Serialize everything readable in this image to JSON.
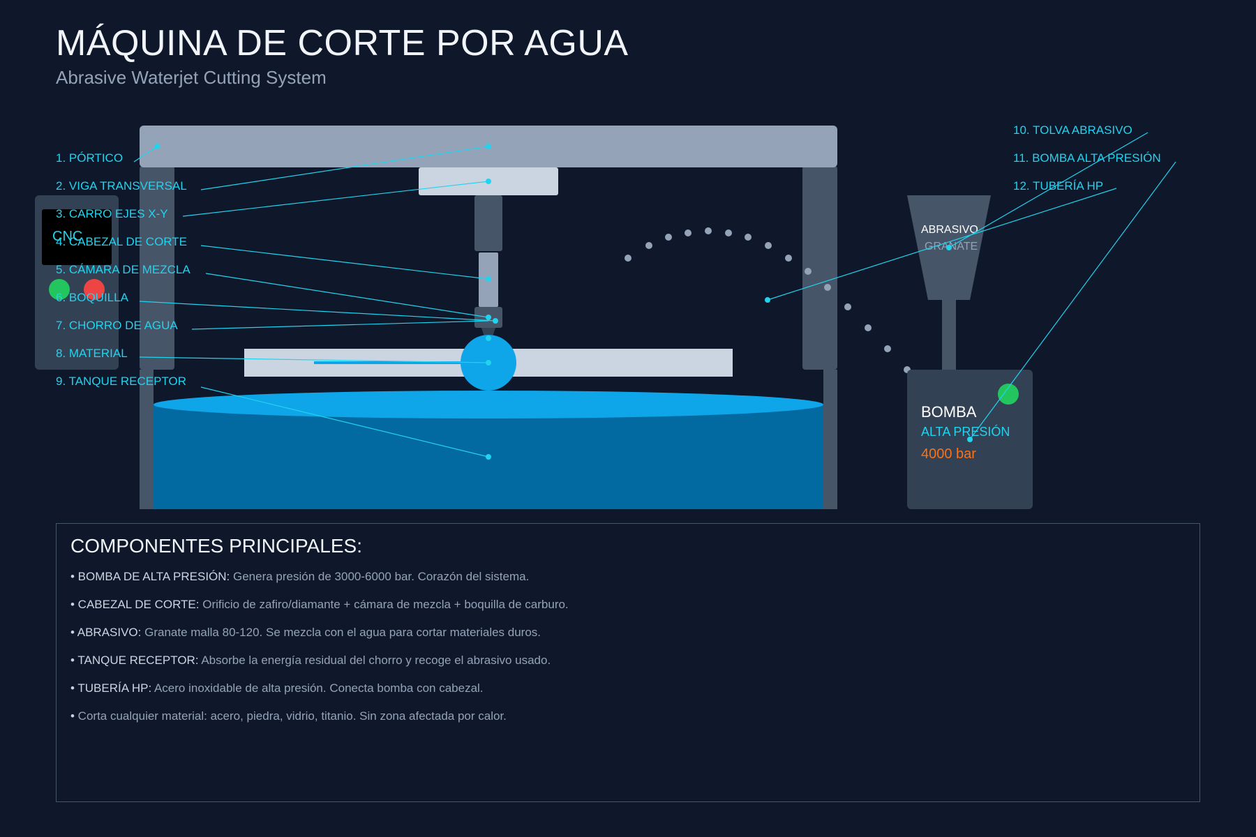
{
  "header": {
    "title": "MÁQUINA DE CORTE POR AGUA",
    "subtitle": "Abrasive Waterjet Cutting System"
  },
  "cnc_panel": {
    "label": "CNC"
  },
  "hopper": {
    "label": "ABRASIVO",
    "sublabel": "GRANATE"
  },
  "pump": {
    "title": "BOMBA",
    "subtitle": "ALTA PRESIÓN",
    "pressure": "4000 bar"
  },
  "callouts_left": [
    "1. PÓRTICO",
    "2. VIGA TRANSVERSAL",
    "3. CARRO EJES X-Y",
    "4. CABEZAL DE CORTE",
    "5. CÁMARA DE MEZCLA",
    "6. BOQUILLA",
    "7. CHORRO DE AGUA",
    "8. MATERIAL",
    "9. TANQUE RECEPTOR"
  ],
  "callouts_right": [
    "10. TOLVA ABRASIVO",
    "11. BOMBA ALTA PRESIÓN",
    "12. TUBERÍA HP"
  ],
  "components": {
    "title": "COMPONENTES PRINCIPALES:",
    "items": [
      {
        "key": "• BOMBA DE ALTA PRESIÓN:",
        "text": " Genera presión de 3000-6000 bar. Corazón del sistema."
      },
      {
        "key": "• CABEZAL DE CORTE:",
        "text": " Orificio de zafiro/diamante + cámara de mezcla + boquilla de carburo."
      },
      {
        "key": "• ABRASIVO:",
        "text": " Granate malla 80-120. Se mezcla con el agua para cortar materiales duros."
      },
      {
        "key": "• TANQUE RECEPTOR:",
        "text": " Absorbe la energía residual del chorro y recoge el abrasivo usado."
      },
      {
        "key": "• TUBERÍA HP:",
        "text": " Acero inoxidable de alta presión. Conecta bomba con cabezal."
      },
      {
        "key": "•",
        "text": " Corta cualquier material: acero, piedra, vidrio, titanio. Sin zona afectada por calor."
      }
    ]
  },
  "colors": {
    "background": "#0f172a",
    "accent": "#22d3ee",
    "water": "#0ea5e9",
    "tank_water": "#0369a1",
    "frame": "#94a3b8",
    "pressure": "#f97316",
    "indicator_green": "#22c55e",
    "indicator_red": "#ef4444"
  }
}
